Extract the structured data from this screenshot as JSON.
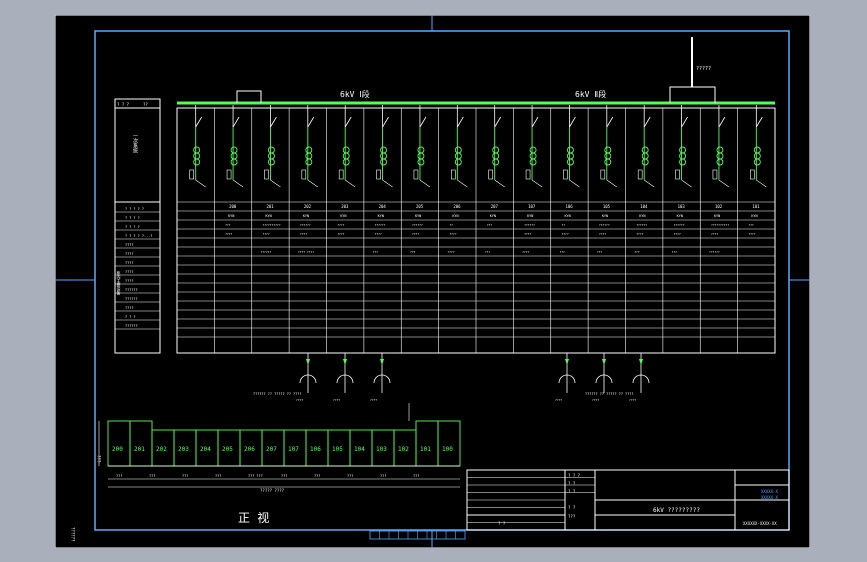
{
  "bus": {
    "left_label": "6kV Ⅰ段",
    "right_label": "6kV Ⅱ段",
    "lightning_label": "?????"
  },
  "legend_title": "一次系统",
  "left_table": {
    "header": [
      "? ? ?",
      "??"
    ],
    "rows": [
      "? ? ? ? ?",
      "? ? ? ?",
      "? ? ? ?",
      "? ? ? ?  ?...?",
      "????",
      "????",
      "????",
      "????",
      "????",
      "??????",
      "??????",
      "????",
      "? ? ?",
      "??????"
    ],
    "side_label": "柜内主要设备"
  },
  "panels": [
    {
      "no": "200",
      "row2": "KYN",
      "row3": "???",
      "row4": "????",
      "row5": "",
      "row6": ""
    },
    {
      "no": "201",
      "row2": "KYN",
      "row3": "??????????",
      "row4": "????",
      "row5": "",
      "row6": "??????"
    },
    {
      "no": "202",
      "row2": "KYN",
      "row3": "??????",
      "row4": "????",
      "row5": "",
      "row6": "???? ????"
    },
    {
      "no": "203",
      "row2": "KYN",
      "row3": "????",
      "row4": "????",
      "row5": "",
      "row6": ""
    },
    {
      "no": "204",
      "row2": "KYN",
      "row3": "??????",
      "row4": "????",
      "row5": "",
      "row6": "???"
    },
    {
      "no": "205",
      "row2": "KYN",
      "row3": "??????",
      "row4": "????",
      "row5": "",
      "row6": "???"
    },
    {
      "no": "206",
      "row2": "KYN",
      "row3": "??",
      "row4": "????",
      "row5": "",
      "row6": "????"
    },
    {
      "no": "207",
      "row2": "KYN",
      "row3": "???",
      "row4": "",
      "row5": "",
      "row6": "???"
    },
    {
      "no": "107",
      "row2": "KYN",
      "row3": "??????",
      "row4": "????",
      "row5": "",
      "row6": "????"
    },
    {
      "no": "106",
      "row2": "KYN",
      "row3": "??",
      "row4": "????",
      "row5": "",
      "row6": "???"
    },
    {
      "no": "105",
      "row2": "KYN",
      "row3": "??????",
      "row4": "????",
      "row5": "",
      "row6": "???"
    },
    {
      "no": "104",
      "row2": "KYN",
      "row3": "??????",
      "row4": "????",
      "row5": "",
      "row6": "???"
    },
    {
      "no": "103",
      "row2": "KYN",
      "row3": "??????",
      "row4": "????",
      "row5": "",
      "row6": "???"
    },
    {
      "no": "102",
      "row2": "KYN",
      "row3": "??????????",
      "row4": "????",
      "row5": "",
      "row6": "??????"
    },
    {
      "no": "101",
      "row2": "KYN",
      "row3": "???",
      "row4": "????",
      "row5": "",
      "row6": ""
    }
  ],
  "cables": {
    "left": [
      "????",
      "????",
      "????"
    ],
    "right": [
      "????",
      "????",
      "????"
    ],
    "left_caption": "?????? ?? ????? ?? ????",
    "right_caption": "?????? ?? ????? ?? ????"
  },
  "front_view": {
    "title": "正 视",
    "height_dim": "???",
    "units": [
      "200",
      "201",
      "202",
      "203",
      "204",
      "205",
      "206",
      "207",
      "107",
      "106",
      "105",
      "104",
      "103",
      "102",
      "101",
      "100"
    ],
    "dims": [
      "???",
      "???",
      "???",
      "???",
      "??? ???",
      "???",
      "???",
      "???",
      "???",
      "???"
    ],
    "total_dim": "????? ????"
  },
  "title_block": {
    "drawing_title": "6kV ?????????",
    "drawing_no": "XXXXXX-XXXX-XX",
    "codes": [
      "XXXXX-X",
      "XXXXX-X"
    ],
    "small": [
      "? ? ?",
      "? ?",
      "? ?",
      "? ?",
      "???",
      "? ?"
    ]
  },
  "side_note": "??????"
}
